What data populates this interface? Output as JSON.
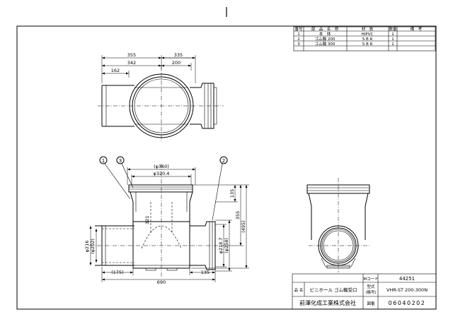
{
  "parts_table": {
    "headers": [
      "番号",
      "部　品　名　称",
      "材　質",
      "数量",
      "備　考"
    ],
    "rows": [
      {
        "no": "1",
        "name": "本　体",
        "material": "HIPVC",
        "qty": "1",
        "remark": ""
      },
      {
        "no": "2",
        "name": "ゴム輪 200",
        "material": "S B R",
        "qty": "1",
        "remark": ""
      },
      {
        "no": "3",
        "name": "ゴム輪 300",
        "material": "S B R",
        "qty": "1",
        "remark": ""
      }
    ]
  },
  "top_view_dims": {
    "d355": "355",
    "d335": "335",
    "d342": "342",
    "d200": "200",
    "d162": "162"
  },
  "front_view_dims": {
    "d360": "(φ360)",
    "d320": "φ320.4",
    "d135a": "135",
    "d355": "355",
    "d495": "(495)",
    "d321": "321",
    "d216": "φ216",
    "d202": "(φ202)",
    "d218": "φ218.7",
    "d258": "(φ258)",
    "d175": "(175)",
    "d135b": "135",
    "d690": "690"
  },
  "balloons": [
    "1",
    "3",
    "2"
  ],
  "title_block": {
    "mcode_label": "Mコード",
    "mcode_value": "44251",
    "name_label": "品 名",
    "name_value": "ビニホール ゴム輪受口",
    "model_label_1": "型式",
    "model_label_2": "(略号)",
    "model_value": "VHR-ST 200-300N",
    "company": "前澤化成工業株式会社",
    "drawing_label": "図番",
    "drawing_value": "06040202"
  }
}
